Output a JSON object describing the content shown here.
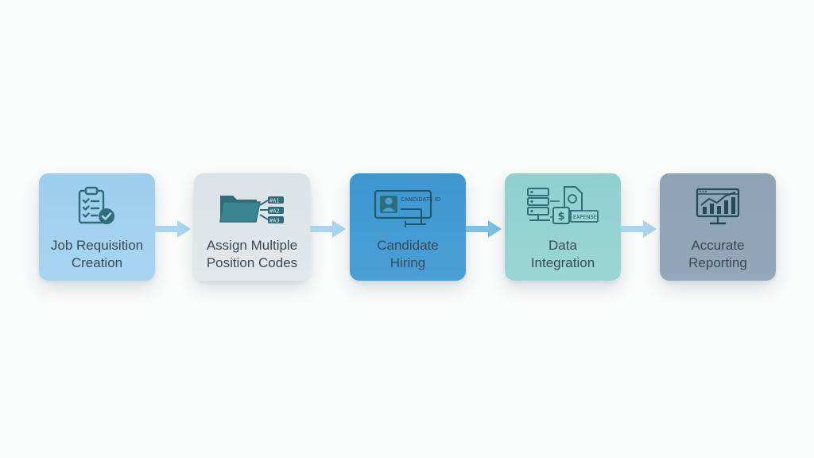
{
  "colors": {
    "background": "#fbfcfc",
    "icon": "#2f6e78",
    "label_text": "#3a4a55",
    "arrow": "#a9d6ee",
    "arrow_dark": "#7cc0e4"
  },
  "steps": [
    {
      "icon": "clipboard-check-icon",
      "label_line1": "Job Requisition",
      "label_line2": "Creation",
      "color": "#9ccfee"
    },
    {
      "icon": "folder-codes-icon",
      "label_line1": "Assign Multiple",
      "label_line2": "Position Codes",
      "color": "#dbe3e7"
    },
    {
      "icon": "candidate-card-icon",
      "label_line1": "Candidate",
      "label_line2": "Hiring",
      "color": "#3d97d1",
      "icon_text": "CANDIDATE ID"
    },
    {
      "icon": "data-integration-icon",
      "label_line1": "Data",
      "label_line2": "Integration",
      "color": "#8fd0cf",
      "icon_text": "EXPENSE"
    },
    {
      "icon": "chart-monitor-icon",
      "label_line1": "Accurate",
      "label_line2": "Reporting",
      "color": "#8da3b6"
    }
  ]
}
